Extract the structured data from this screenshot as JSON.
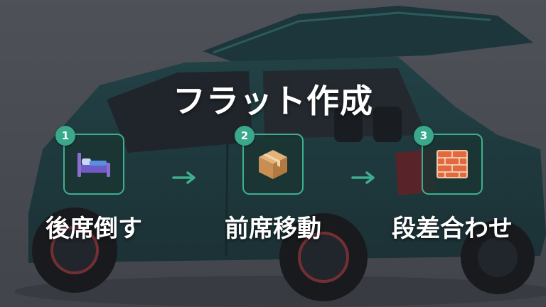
{
  "title": "フラット作成",
  "steps": [
    {
      "number": "1",
      "label": "後席倒す",
      "icon": "bed-icon"
    },
    {
      "number": "2",
      "label": "前席移動",
      "icon": "box-icon"
    },
    {
      "number": "3",
      "label": "段差合わせ",
      "icon": "brick-icon"
    }
  ],
  "colors": {
    "accent": "#3aa88a",
    "overlay": "#2b2f35",
    "text": "#ffffff"
  }
}
